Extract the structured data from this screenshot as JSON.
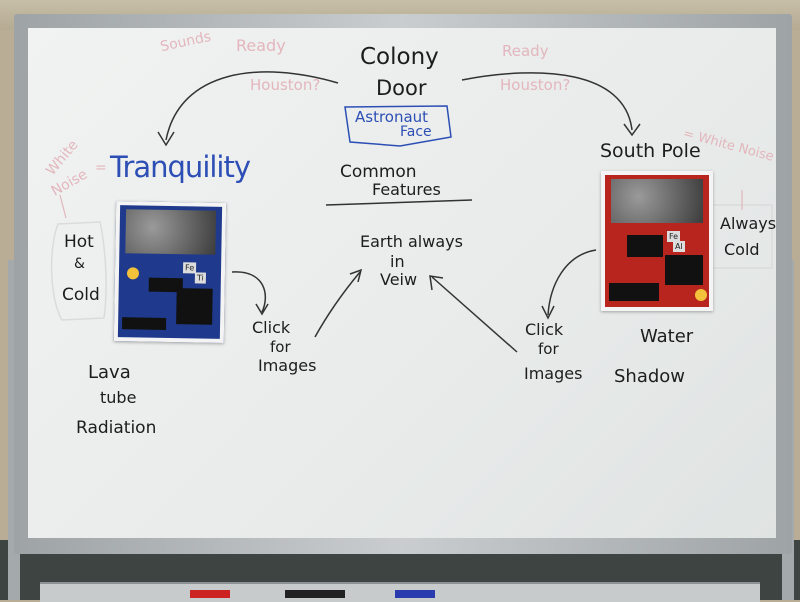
{
  "board": {
    "center": {
      "title_line1": "Colony",
      "title_line2": "Door",
      "boxed_line1": "Astronaut",
      "boxed_line2": "Face",
      "common_line1": "Common",
      "common_line2": "Features",
      "earth_line1": "Earth always",
      "earth_line2": "in",
      "earth_line3": "Veiw"
    },
    "faint": {
      "sounds": "Sounds",
      "ready_left": "Ready",
      "houston_left": "Houston?",
      "ready_right": "Ready",
      "houston_right": "Houston?",
      "white_noise_left_1": "White",
      "white_noise_left_2": "Noise",
      "white_noise_right": "= White Noise",
      "equals_left": "="
    },
    "left": {
      "title": "Tranquility",
      "hot_1": "Hot",
      "hot_2": "&",
      "hot_3": "Cold",
      "click_1": "Click",
      "click_2": "for",
      "click_3": "Images",
      "lava": "Lava",
      "tube": "tube",
      "radiation": "Radiation",
      "poster_el1": "Fe",
      "poster_el2": "Ti"
    },
    "right": {
      "title": "South Pole",
      "always_1": "Always",
      "always_2": "Cold",
      "click_1": "Click",
      "click_2": "for",
      "click_3": "Images",
      "water": "Water",
      "shadow": "Shadow",
      "poster_el1": "Fe",
      "poster_el2": "Al"
    }
  },
  "colors": {
    "black_marker": "#1d1d1d",
    "blue_marker": "#2d4fb5",
    "faint_red": "#e3b6bd",
    "left_poster": "#1f3a8c",
    "right_poster": "#b8251f"
  }
}
